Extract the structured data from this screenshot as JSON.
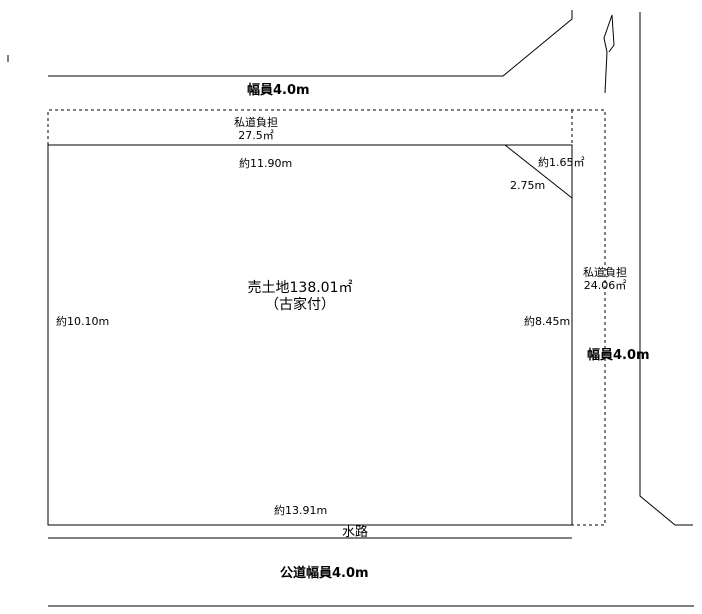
{
  "roads": {
    "top": "幅員4.0m",
    "right": "幅員4.0m",
    "bottom": "公道幅員4.0m",
    "waterway": "水路"
  },
  "private_road_top": {
    "label": "私道負担",
    "area": "27.5㎡"
  },
  "private_road_right": {
    "label": "私道負担",
    "area": "24.06㎡"
  },
  "lot": {
    "title": "売土地138.01㎡",
    "subtitle": "（古家付）",
    "dim_top": "約11.90m",
    "dim_bottom": "約13.91m",
    "dim_left": "約10.10m",
    "dim_right": "約8.45m",
    "corner_cut_area": "約1.65㎡",
    "corner_cut_length": "2.75m"
  }
}
